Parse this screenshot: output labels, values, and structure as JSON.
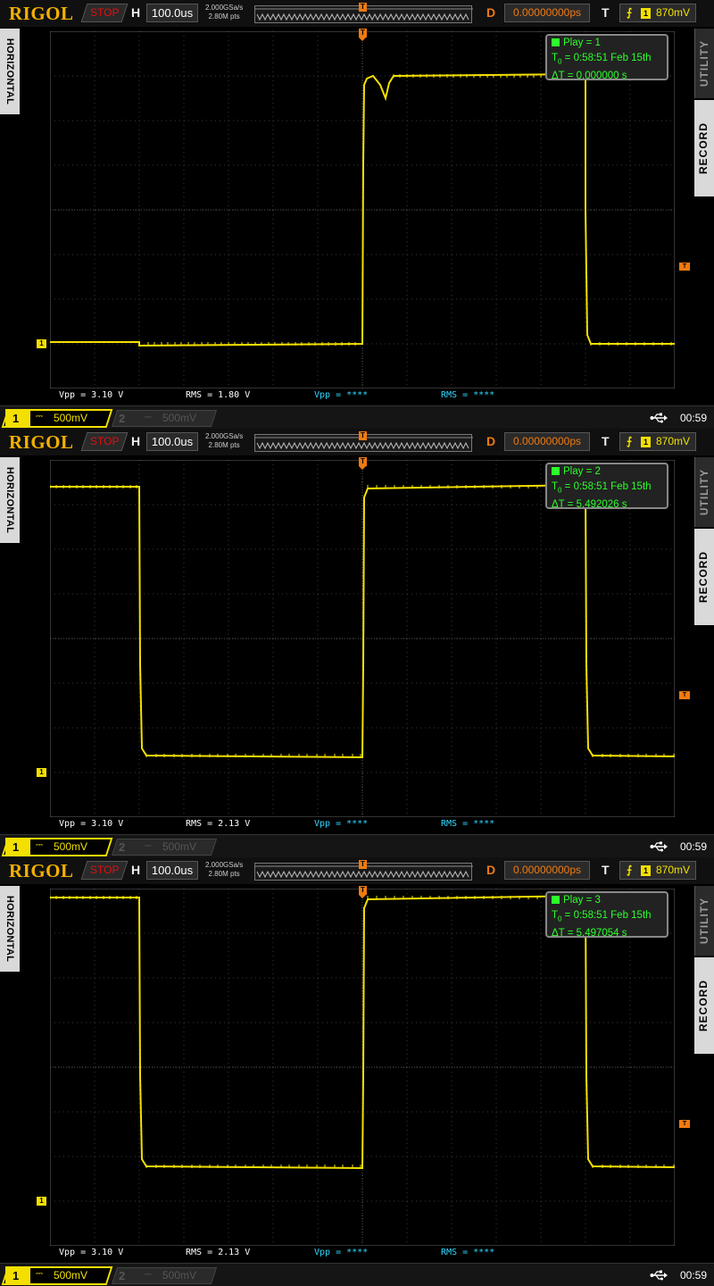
{
  "frames": [
    {
      "logo": "RIGOL",
      "run_state": "STOP",
      "h_label": "H",
      "timebase": "100.0us",
      "sample_rate": "2.000GSa/s",
      "memory_depth": "2.80M pts",
      "d_label": "D",
      "delay": "0.00000000ps",
      "t_label": "T",
      "trigger_source": "1",
      "trigger_level": "870mV",
      "left_tab": "HORIZONTAL",
      "right_tab_top": "UTILITY",
      "right_tab_bottom": "RECORD",
      "trig_marker": "T",
      "ch_marker": "1",
      "play": "Play = 1",
      "t0_prefix": "T",
      "t0_sub": "0",
      "t0_value": " = 0:58:51 Feb 15th",
      "delta_t": "ΔT = 0.000000 s",
      "meas": [
        "Vpp = 3.10 V",
        "RMS = 1.80 V",
        "Vpp = ****",
        "RMS = ****"
      ],
      "ch1_label": "1",
      "ch1_coupling": "⎓",
      "ch1_scale": "500mV",
      "ch2_label": "2",
      "ch2_coupling": "⎓",
      "ch2_scale": "500mV",
      "usb_icon": "usb-icon",
      "clock": "00:59"
    },
    {
      "logo": "RIGOL",
      "run_state": "STOP",
      "h_label": "H",
      "timebase": "100.0us",
      "sample_rate": "2.000GSa/s",
      "memory_depth": "2.80M pts",
      "d_label": "D",
      "delay": "0.00000000ps",
      "t_label": "T",
      "trigger_source": "1",
      "trigger_level": "870mV",
      "left_tab": "HORIZONTAL",
      "right_tab_top": "UTILITY",
      "right_tab_bottom": "RECORD",
      "trig_marker": "T",
      "ch_marker": "1",
      "play": "Play = 2",
      "t0_prefix": "T",
      "t0_sub": "0",
      "t0_value": " = 0:58:51 Feb 15th",
      "delta_t": "ΔT = 5.492026 s",
      "meas": [
        "Vpp = 3.10 V",
        "RMS = 2.13 V",
        "Vpp = ****",
        "RMS = ****"
      ],
      "ch1_label": "1",
      "ch1_coupling": "⎓",
      "ch1_scale": "500mV",
      "ch2_label": "2",
      "ch2_coupling": "⎓",
      "ch2_scale": "500mV",
      "usb_icon": "usb-icon",
      "clock": "00:59"
    },
    {
      "logo": "RIGOL",
      "run_state": "STOP",
      "h_label": "H",
      "timebase": "100.0us",
      "sample_rate": "2.000GSa/s",
      "memory_depth": "2.80M pts",
      "d_label": "D",
      "delay": "0.00000000ps",
      "t_label": "T",
      "trigger_source": "1",
      "trigger_level": "870mV",
      "left_tab": "HORIZONTAL",
      "right_tab_top": "UTILITY",
      "right_tab_bottom": "RECORD",
      "trig_marker": "T",
      "ch_marker": "1",
      "play": "Play = 3",
      "t0_prefix": "T",
      "t0_sub": "0",
      "t0_value": " = 0:58:51 Feb 15th",
      "delta_t": "ΔT = 5.497054 s",
      "meas": [
        "Vpp = 3.10 V",
        "RMS = 2.13 V",
        "Vpp = ****",
        "RMS = ****"
      ],
      "ch1_label": "1",
      "ch1_coupling": "⎓",
      "ch1_scale": "500mV",
      "ch2_label": "2",
      "ch2_coupling": "⎓",
      "ch2_scale": "500mV",
      "usb_icon": "usb-icon",
      "clock": "00:59"
    }
  ],
  "colors": {
    "ch1": "#f3e000",
    "trigger": "#f07a10",
    "logo": "#f3b000",
    "stop": "#e01010",
    "info": "#2bff2b",
    "meas_inactive": "#2fd6ff"
  }
}
